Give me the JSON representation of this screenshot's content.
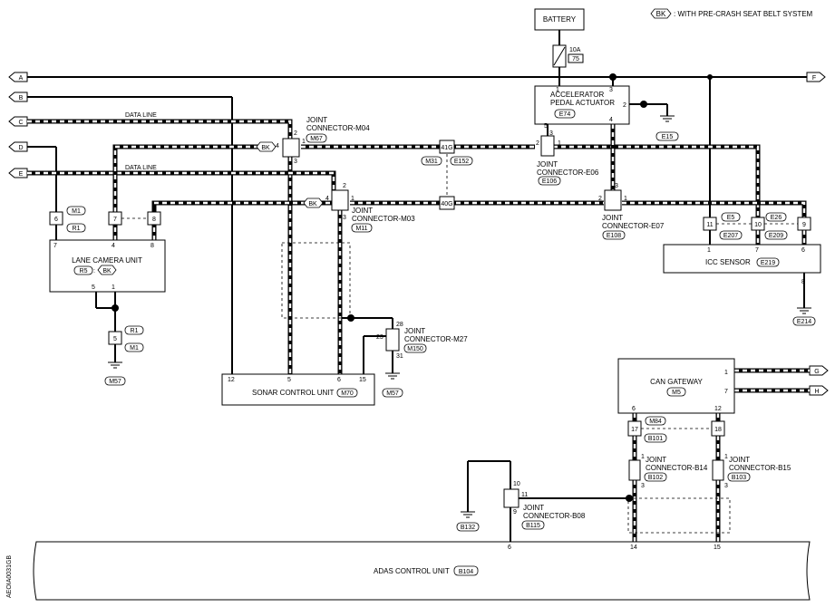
{
  "legend": {
    "tag": "BK",
    "text": ": WITH PRE-CRASH SEAT BELT SYSTEM"
  },
  "battery": "BATTERY",
  "fuse": {
    "amp": "10A",
    "num": "75"
  },
  "terminals_left": [
    "A",
    "B",
    "C",
    "D",
    "E"
  ],
  "terminals_right": [
    "F",
    "G",
    "H"
  ],
  "data_line": "DATA LINE",
  "components": {
    "accel": {
      "l1": "ACCELERATOR",
      "l2": "PEDAL ACTUATOR",
      "conn": "E74"
    },
    "lane": {
      "name": "LANE CAMERA UNIT",
      "c1": "R5",
      "c2": "BK"
    },
    "sonar": {
      "name": "SONAR CONTROL UNIT",
      "conn": "M70"
    },
    "icc": {
      "name": "ICC SENSOR",
      "conn": "E219"
    },
    "gateway": {
      "name": "CAN GATEWAY",
      "conn": "M5"
    },
    "adas": {
      "name": "ADAS CONTROL UNIT",
      "conn": "B104"
    }
  },
  "joints": {
    "m04": {
      "l1": "JOINT",
      "l2": "CONNECTOR-M04",
      "conn": "M67"
    },
    "m03": {
      "l1": "JOINT",
      "l2": "CONNECTOR-M03",
      "conn": "M11"
    },
    "e06": {
      "l1": "JOINT",
      "l2": "CONNECTOR-E06",
      "conn": "E106"
    },
    "e07": {
      "l1": "JOINT",
      "l2": "CONNECTOR-E07",
      "conn": "E108"
    },
    "m27": {
      "l1": "JOINT",
      "l2": "CONNECTOR-M27",
      "conn": "M150"
    },
    "b14": {
      "l1": "JOINT",
      "l2": "CONNECTOR-B14",
      "conn": "B102"
    },
    "b15": {
      "l1": "JOINT",
      "l2": "CONNECTOR-B15",
      "conn": "B103"
    },
    "b08": {
      "l1": "JOINT",
      "l2": "CONNECTOR-B08",
      "conn": "B115"
    }
  },
  "connectors": {
    "m31": "M31",
    "e152": "E152",
    "g41": "41G",
    "g40": "40G",
    "m1": "M1",
    "r1": "R1",
    "m84": "M84",
    "b101": "B101",
    "e5": "E5",
    "e207": "E207",
    "e26": "E26",
    "e209": "E209"
  },
  "grounds": {
    "e15": "E15",
    "m57": "M57",
    "e214": "E214",
    "b132": "B132"
  },
  "pins": {
    "p1": "1",
    "p2": "2",
    "p3": "3",
    "p4": "4",
    "p5": "5",
    "p6": "6",
    "p7": "7",
    "p8": "8",
    "p9": "9",
    "p10": "10",
    "p11": "11",
    "p12": "12",
    "p14": "14",
    "p15": "15",
    "p17": "17",
    "p18": "18",
    "p23": "23",
    "p28": "28",
    "p31": "31"
  },
  "figure_id": "AEOIA0031GB"
}
